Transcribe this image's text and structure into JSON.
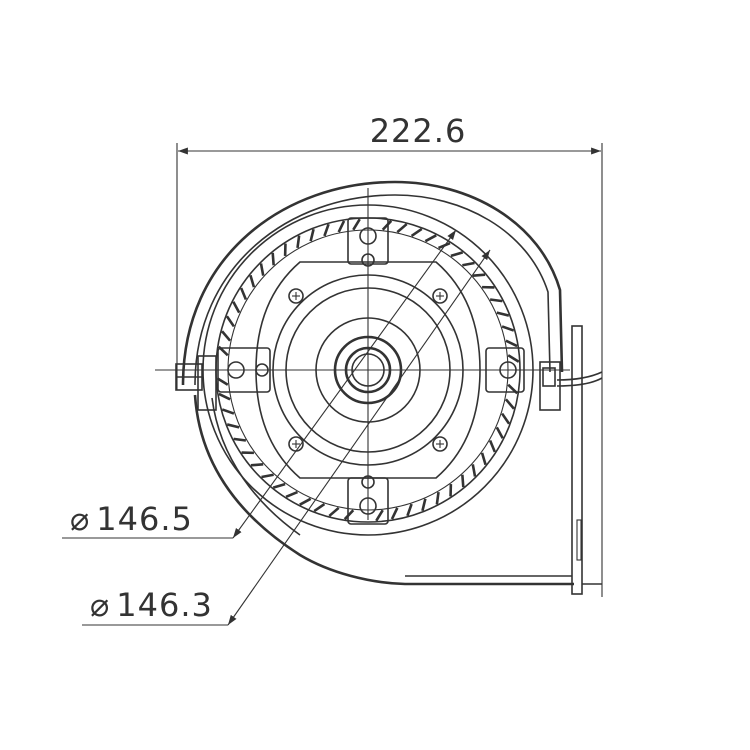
{
  "drawing": {
    "overall_width_label": "222.6",
    "diameter_labels": [
      {
        "symbol": "⌀",
        "value": "146.5"
      },
      {
        "symbol": "⌀",
        "value": "146.3"
      }
    ]
  }
}
